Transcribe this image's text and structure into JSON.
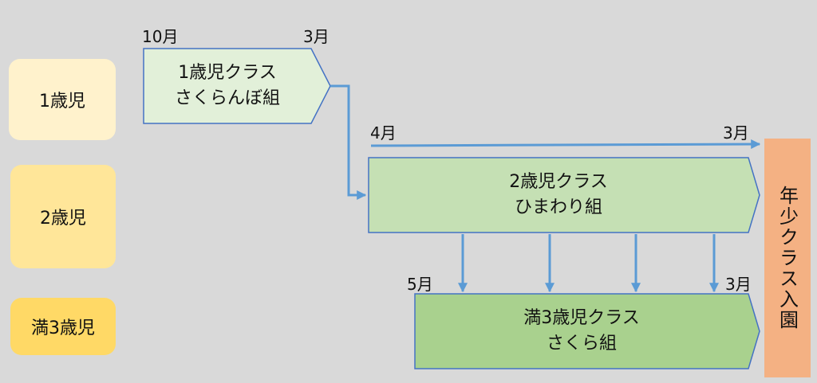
{
  "colors": {
    "background": "#d9d9d9",
    "age_1": "#fff2cc",
    "age_2": "#ffe699",
    "age_3": "#ffd966",
    "class_1": "#e2f0d9",
    "class_2": "#c5e0b4",
    "class_3": "#a9d18e",
    "arrow": "#5b9bd5",
    "enroll": "#f4b183"
  },
  "ages": [
    {
      "label": "1歳児"
    },
    {
      "label": "2歳児"
    },
    {
      "label": "満3歳児"
    }
  ],
  "classes": [
    {
      "line1": "1歳児クラス",
      "line2": "さくらんぼ組",
      "start": "10月",
      "end": "3月"
    },
    {
      "line1": "2歳児クラス",
      "line2": "ひまわり組",
      "start": "4月",
      "end": "3月"
    },
    {
      "line1": "満3歳児クラス",
      "line2": "さくら組",
      "start": "5月",
      "end": "3月"
    }
  ],
  "enroll": {
    "label": "年少クラス入園"
  }
}
